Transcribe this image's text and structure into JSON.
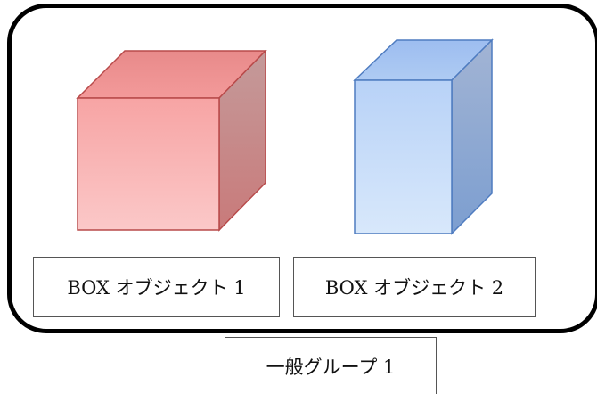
{
  "diagram": {
    "group": {
      "label": "一般グループ 1"
    },
    "objects": [
      {
        "label": "BOX オブジェクト 1",
        "color": "#f08080",
        "edge_color": "#b84a4a"
      },
      {
        "label": "BOX オブジェクト 2",
        "color": "#9dbdf0",
        "edge_color": "#4f7cc0"
      }
    ]
  }
}
